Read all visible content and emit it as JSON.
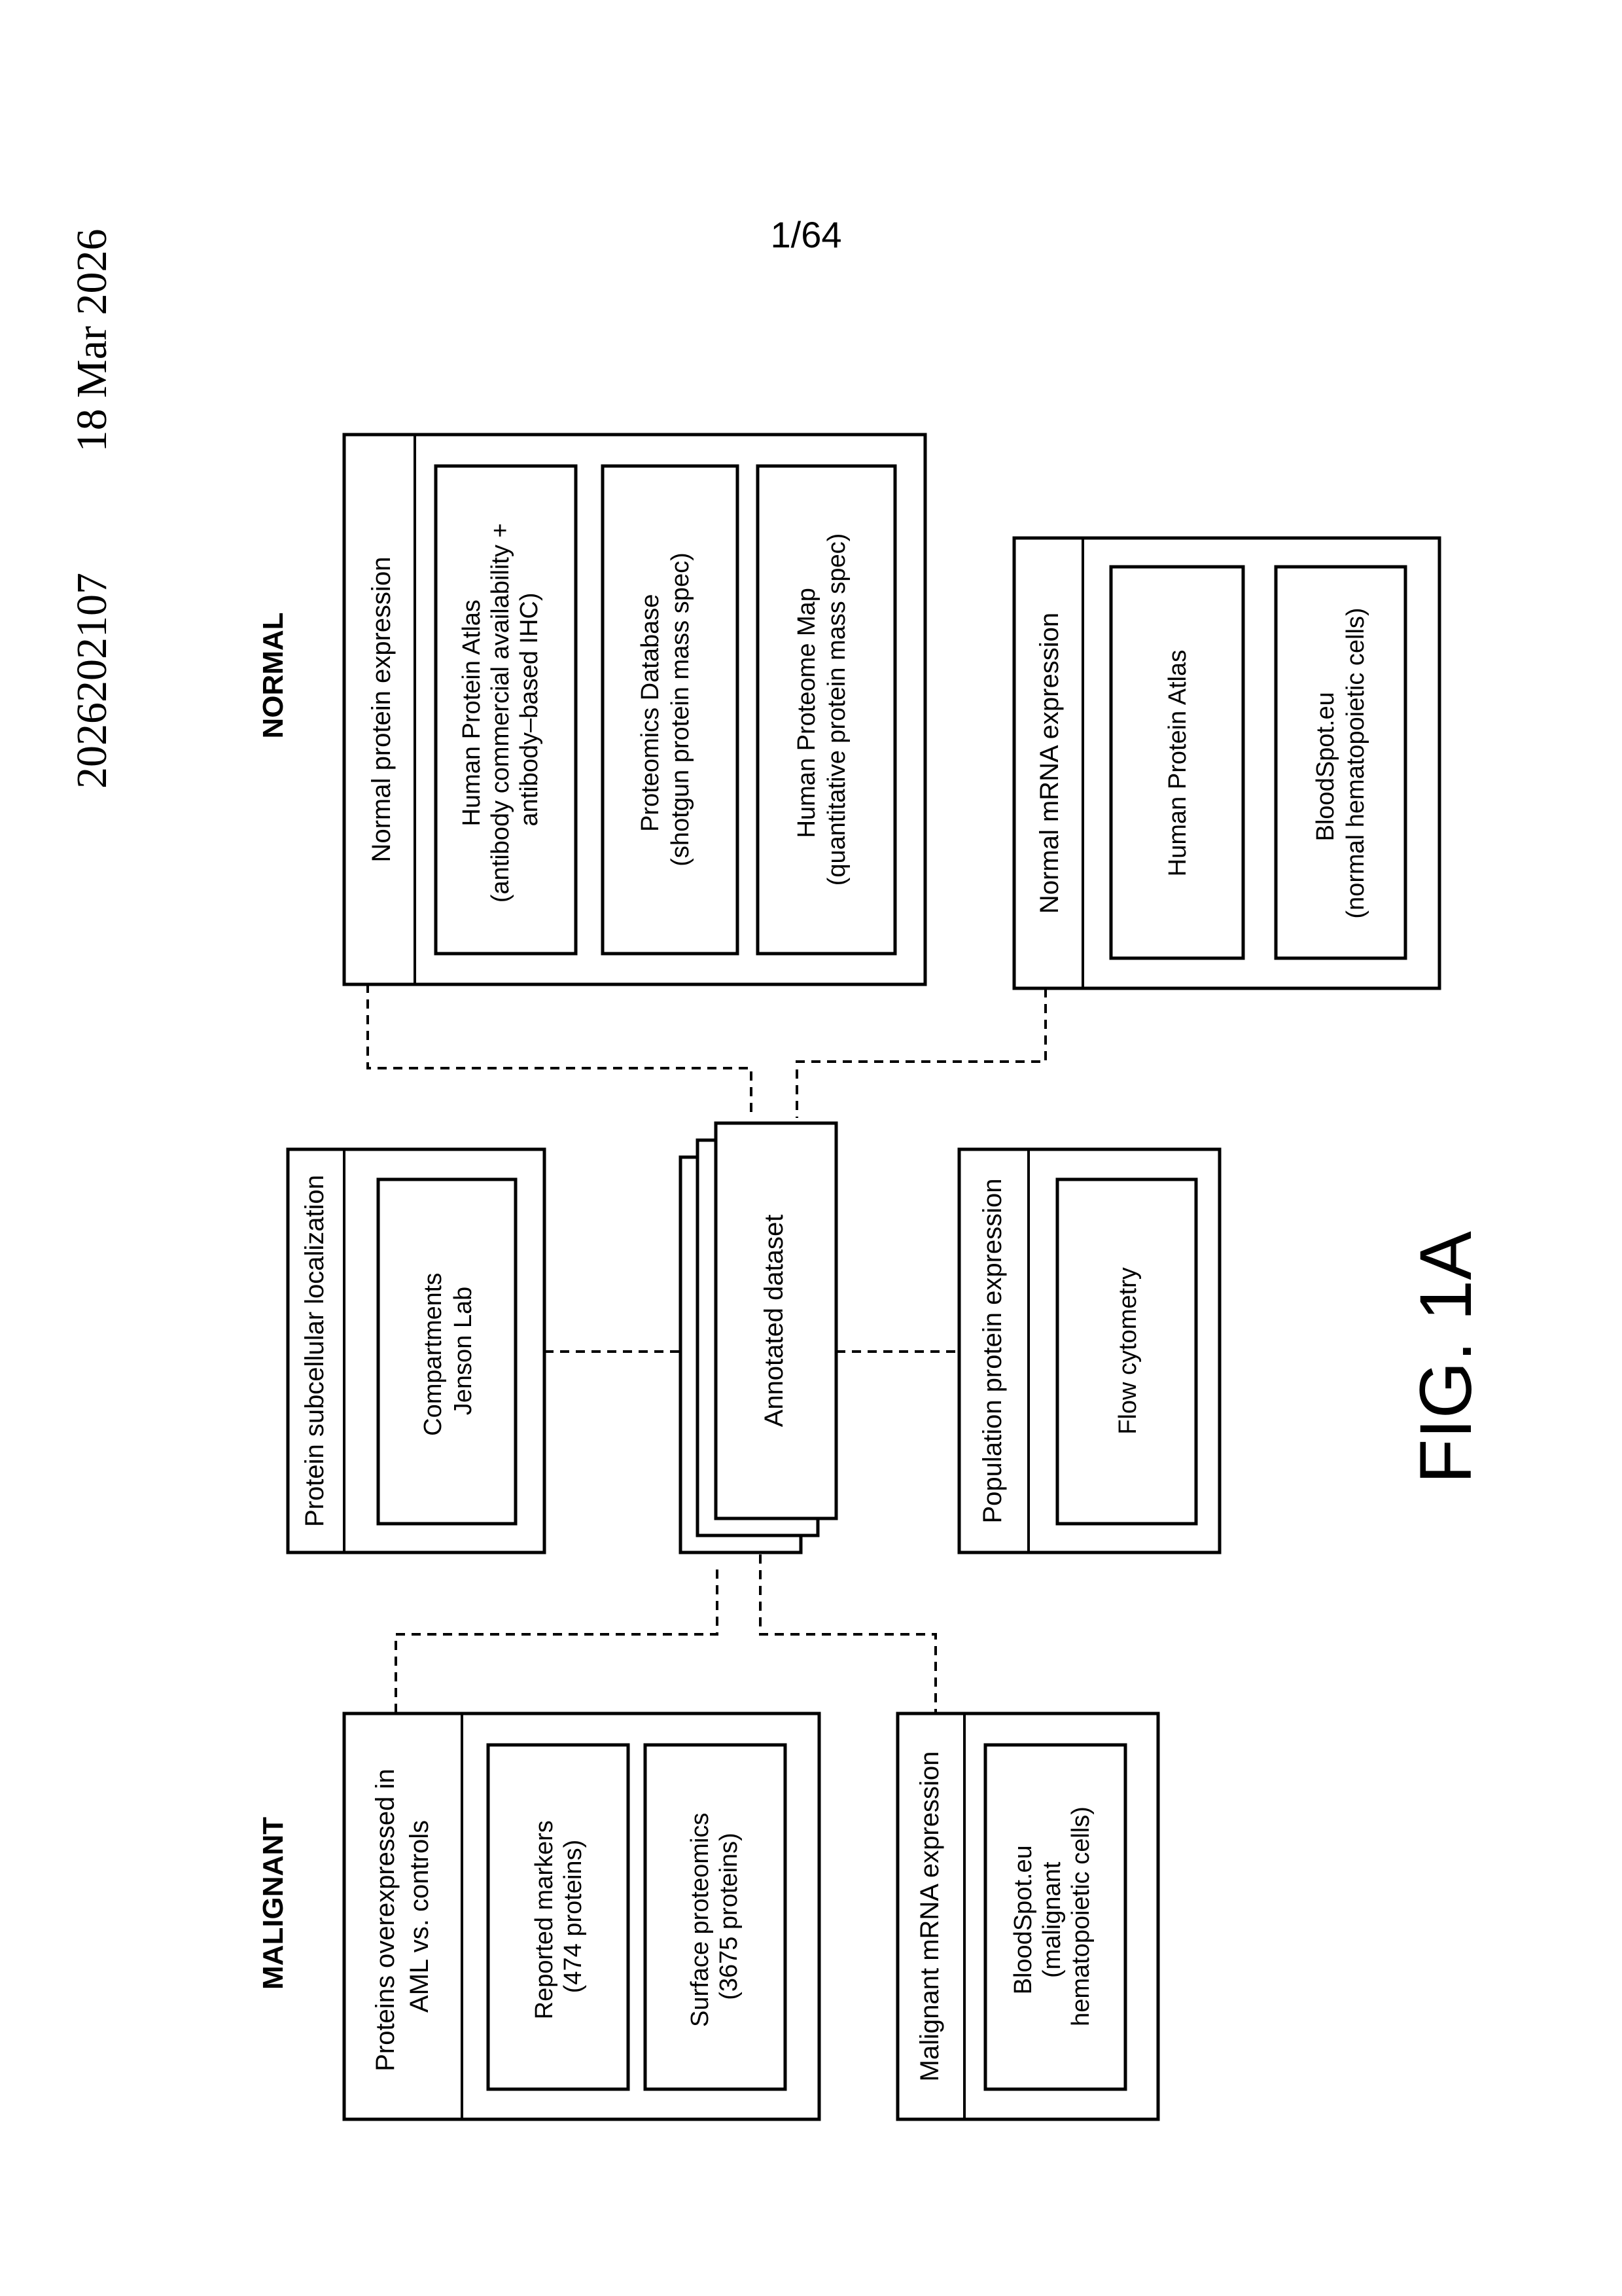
{
  "header": {
    "patent_number": "2026202107",
    "date": "18 Mar 2026",
    "page_number": "1/64"
  },
  "figure_label": "FIG. 1A",
  "sections": {
    "normal": "NORMAL",
    "malignant": "MALIGNANT"
  },
  "center": {
    "label": "Annotated dataset"
  },
  "normal_protein": {
    "title": "Normal protein expression",
    "items": [
      {
        "lines": [
          "Human Protein Atlas",
          "(antibody commercial availability +",
          "antibody–based IHC)"
        ]
      },
      {
        "lines": [
          "Proteomics Database",
          "(shotgun protein mass spec)"
        ]
      },
      {
        "lines": [
          "Human Proteome Map",
          "(quantitative protein mass spec)"
        ]
      }
    ]
  },
  "normal_mrna": {
    "title": "Normal mRNA expression",
    "items": [
      {
        "lines": [
          "Human Protein Atlas"
        ]
      },
      {
        "lines": [
          "BloodSpot.eu",
          "(normal hematopoietic cells)"
        ]
      }
    ]
  },
  "localization": {
    "title": "Protein subcellular localization",
    "items": [
      {
        "lines": [
          "Compartments",
          "Jenson Lab"
        ]
      }
    ]
  },
  "population": {
    "title": "Population protein expression",
    "items": [
      {
        "lines": [
          "Flow cytometry"
        ]
      }
    ]
  },
  "overexpressed": {
    "title_lines": [
      "Proteins overexpressed in",
      "AML vs. controls"
    ],
    "items": [
      {
        "lines": [
          "Reported markers",
          "(474 proteins)"
        ]
      },
      {
        "lines": [
          "Surface proteomics",
          "(3675 proteins)"
        ]
      }
    ]
  },
  "malignant_mrna": {
    "title": "Malignant mRNA expression",
    "items": [
      {
        "lines": [
          "BloodSpot.eu",
          "(malignant",
          "hematopoietic cells)"
        ]
      }
    ]
  }
}
